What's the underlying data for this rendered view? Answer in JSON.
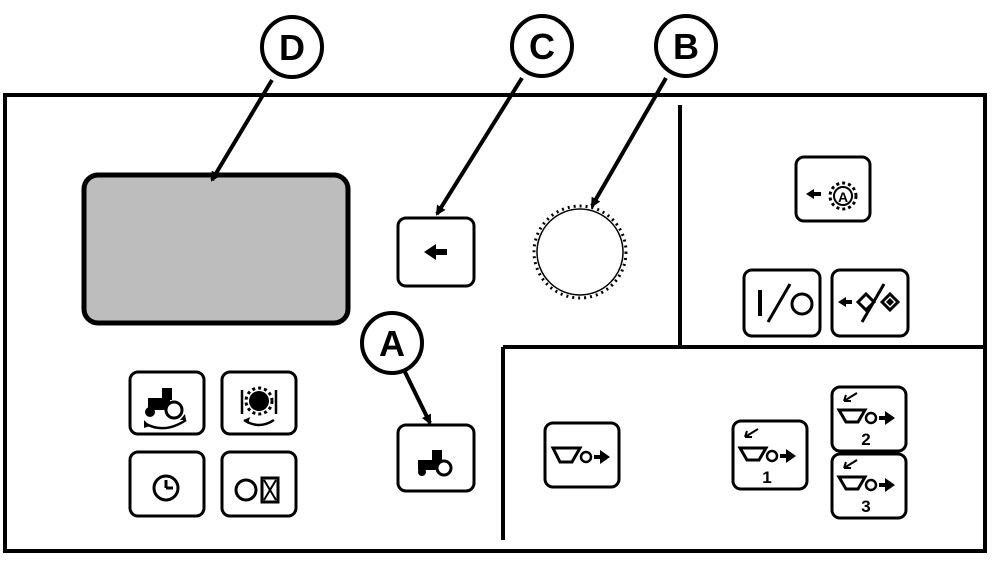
{
  "callouts": {
    "a": "A",
    "b": "B",
    "c": "C",
    "d": "D"
  },
  "icons": {
    "display": "display-screen",
    "back": "left-arrow-icon",
    "knob": "rotary-knob",
    "auto": "auto-gear-icon",
    "on_off": "on-off-icon",
    "resume": "resume-diamond-icon",
    "tractor": "tractor-icon",
    "tractor_gear": "tractor-gear-icon",
    "gear_cycle": "gear-cycle-icon",
    "clock": "clock-icon",
    "timer": "hourglass-icon",
    "implement": "implement-arrow-icon",
    "implement_1": "implement-preset-icon",
    "implement_2": "implement-preset-icon",
    "implement_3": "implement-preset-icon"
  },
  "presets": {
    "one": "1",
    "two": "2",
    "three": "3"
  },
  "colors": {
    "display_fill": "#bdbdbd",
    "line": "#000000"
  }
}
